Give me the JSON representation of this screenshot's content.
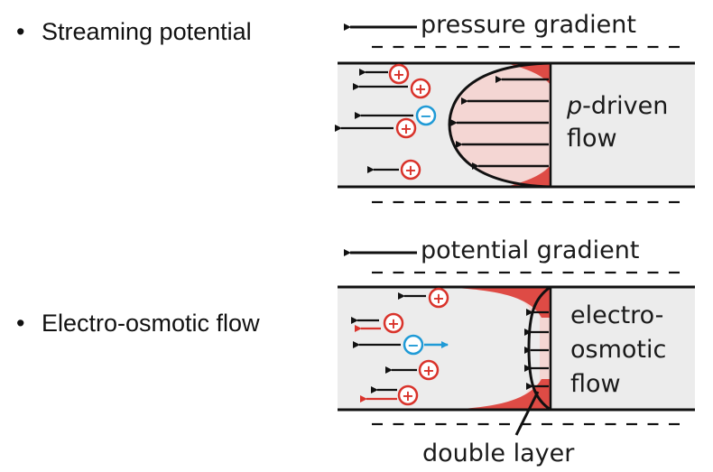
{
  "bullets": [
    {
      "label": "Streaming potential"
    },
    {
      "label": "Electro-osmotic flow"
    }
  ],
  "panel_top": {
    "gradient_label": "pressure gradient",
    "flow_label_italic": "p",
    "flow_label_rest": "-driven",
    "flow_label_line2": "flow"
  },
  "panel_bottom": {
    "gradient_label": "potential gradient",
    "flow_label_lines": [
      "electro-",
      "osmotic",
      "flow"
    ],
    "callout_label": "double layer"
  },
  "symbols": {
    "plus": "+",
    "minus": "−"
  },
  "colors": {
    "channel_fill": "#ececec",
    "double_layer": "#d9332b",
    "cation": "#d9332b",
    "anion": "#1f9ad6",
    "arrow": "#111111"
  }
}
